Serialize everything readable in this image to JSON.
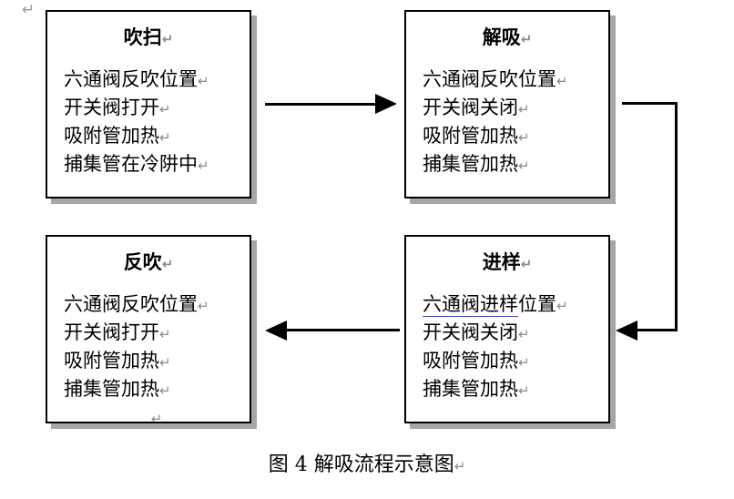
{
  "document": {
    "return_mark": "↵",
    "top_left_return_mark": "↵"
  },
  "figure": {
    "caption_text": "图 4  解吸流程示意图",
    "caption_return": "↵"
  },
  "boxes": [
    {
      "id": "purge",
      "title": "吹扫",
      "title_return": "↵",
      "lines": [
        {
          "text": "六通阀反吹位置",
          "return": "↵",
          "underlined": ""
        },
        {
          "text": "开关阀打开",
          "return": "↵",
          "underlined": ""
        },
        {
          "text": "吸附管加热",
          "return": "↵",
          "underlined": ""
        },
        {
          "text": "捕集管在冷阱中",
          "return": "↵",
          "underlined": ""
        }
      ]
    },
    {
      "id": "desorb",
      "title": "解吸",
      "title_return": "↵",
      "lines": [
        {
          "text": "六通阀反吹位置",
          "return": "↵",
          "underlined": ""
        },
        {
          "text": "开关阀关闭",
          "return": "↵",
          "underlined": ""
        },
        {
          "text": "吸附管加热",
          "return": "↵",
          "underlined": ""
        },
        {
          "text": "捕集管加热",
          "return": "↵",
          "underlined": ""
        }
      ]
    },
    {
      "id": "backflush",
      "title": "反吹",
      "title_return": "↵",
      "lines": [
        {
          "text": "六通阀反吹位置",
          "return": "↵",
          "underlined": ""
        },
        {
          "text": "开关阀打开",
          "return": "↵",
          "underlined": ""
        },
        {
          "text": "吸附管加热",
          "return": "↵",
          "underlined": ""
        },
        {
          "text": "捕集管加热",
          "return": "↵",
          "underlined": ""
        },
        {
          "text": "",
          "return": "↵",
          "underlined": ""
        }
      ]
    },
    {
      "id": "inject",
      "title": "进样",
      "title_return": "↵",
      "lines": [
        {
          "text": "位置",
          "return": "↵",
          "underlined": "六通阀进样"
        },
        {
          "text": "开关阀关闭",
          "return": "↵",
          "underlined": ""
        },
        {
          "text": "吸附管加热",
          "return": "↵",
          "underlined": ""
        },
        {
          "text": "捕集管加热",
          "return": "↵",
          "underlined": ""
        }
      ]
    }
  ],
  "connectors": [
    {
      "id": "purge-to-desorb",
      "from": "purge",
      "to": "desorb",
      "direction": "right"
    },
    {
      "id": "desorb-to-inject",
      "from": "desorb",
      "to": "inject",
      "direction": "right-down-left"
    },
    {
      "id": "inject-to-backflush",
      "from": "inject",
      "to": "backflush",
      "direction": "left"
    }
  ],
  "colors": {
    "box_border": "#000000",
    "box_shadow": "#a6a6a6",
    "arrow": "#000000",
    "spellcheck_underline": "#3a4fb0",
    "return_mark": "#8a8a8a",
    "background": "#ffffff"
  }
}
